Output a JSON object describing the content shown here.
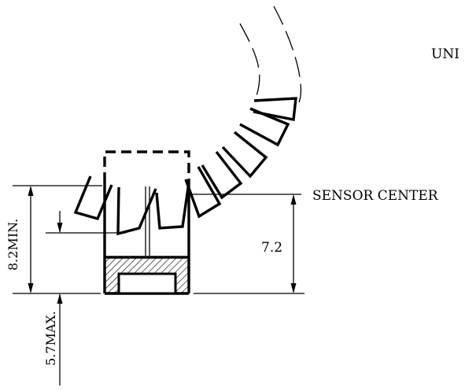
{
  "diagram": {
    "units_label": "UNI",
    "sensor_center_label": "SENSOR CENTER",
    "dim_horizontal": "7.2",
    "dim_vertical_min": "8.2MIN.",
    "dim_vertical_max": "5.7MAX."
  },
  "colors": {
    "line": "#000000",
    "background": "#ffffff"
  }
}
